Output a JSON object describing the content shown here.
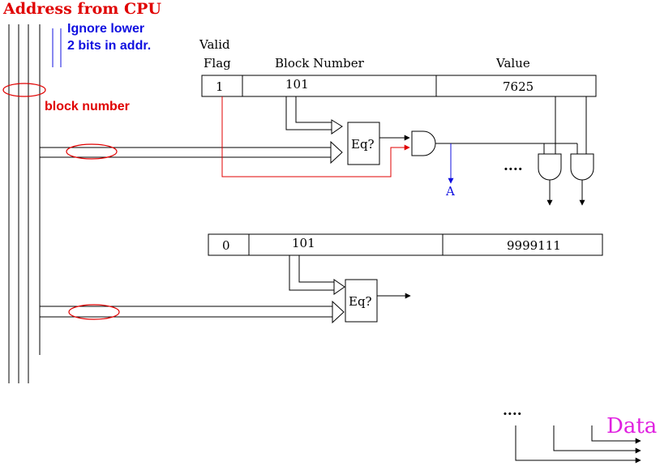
{
  "title": "Address from CPU",
  "ignore_note": [
    "Ignore lower",
    "2 bits in addr."
  ],
  "block_number_label": "block number",
  "headers": {
    "valid": [
      "Valid",
      "Flag"
    ],
    "block_number": "Block Number",
    "value": "Value"
  },
  "entries": [
    {
      "valid": "1",
      "block": "101",
      "value": "7625"
    },
    {
      "valid": "0",
      "block": "101",
      "value": "9999111"
    }
  ],
  "comparator_label": "Eq?",
  "and_output_label": "A",
  "ellipsis": "....",
  "data_label": "Data",
  "colors": {
    "red": "#e00000",
    "blue": "#1010e0",
    "magenta": "#e020e0",
    "black": "#000000"
  }
}
